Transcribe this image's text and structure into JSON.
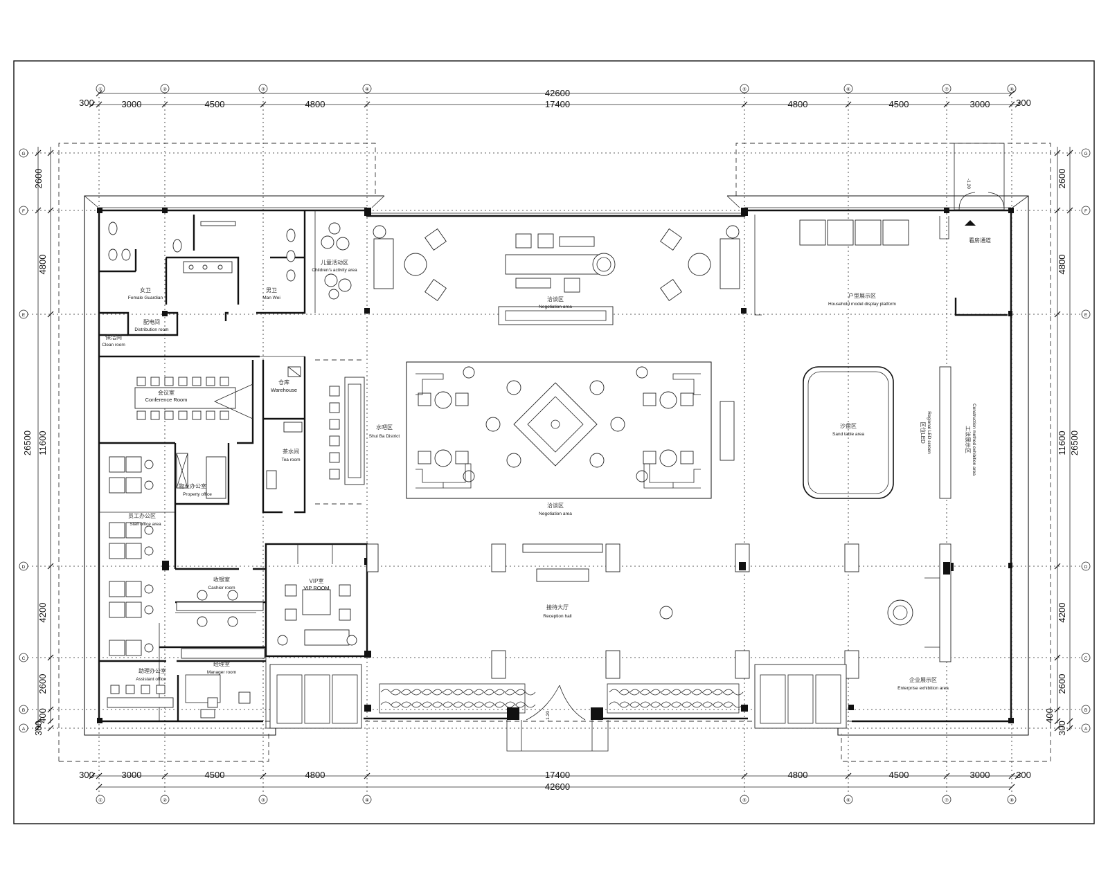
{
  "grid": {
    "top_bubbles": [
      "①",
      "②",
      "③",
      "④",
      "⑤",
      "⑥",
      "⑦",
      "⑧"
    ],
    "side_bubbles": [
      "G",
      "F",
      "E",
      "D",
      "C",
      "B",
      "A"
    ]
  },
  "dimensions": {
    "overall_width": "42600",
    "top_segments": [
      "300",
      "3000",
      "4500",
      "4800",
      "17400",
      "4800",
      "4500",
      "3000",
      "300"
    ],
    "bottom_segments": [
      "300",
      "3000",
      "4500",
      "4800",
      "17400",
      "4800",
      "4500",
      "3000",
      "300"
    ],
    "left_outer": [
      "2600",
      "26500",
      "300"
    ],
    "left_inner": [
      "4800",
      "11600",
      "4200",
      "2600",
      "400"
    ],
    "right_outer": [
      "2600",
      "26500",
      "300"
    ],
    "right_inner": [
      "4800",
      "11600",
      "4200",
      "2600",
      "400"
    ]
  },
  "rooms": {
    "female": {
      "cn": "女卫",
      "en": "Female Guardian"
    },
    "male": {
      "cn": "男卫",
      "en": "Man Wei"
    },
    "children": {
      "cn": "儿童活动区",
      "en": "Children's activity area"
    },
    "negotiation_top": {
      "cn": "洽谈区",
      "en": "Negotiation area"
    },
    "household": {
      "cn": "户型展示区",
      "en": "Household model display platform"
    },
    "distribution": {
      "cn": "配电间",
      "en": "Distribution room"
    },
    "clean": {
      "cn": "保洁间",
      "en": "Clean room"
    },
    "conference": {
      "cn": "会议室",
      "en": "Conference Room"
    },
    "warehouse": {
      "cn": "仓库",
      "en": "Warehouse"
    },
    "water_bar": {
      "cn": "水吧区",
      "en": "Shui Ba District"
    },
    "tea": {
      "cn": "茶水间",
      "en": "Tea room"
    },
    "property": {
      "cn": "物业办公室",
      "en": "Property office"
    },
    "staff": {
      "cn": "员工办公区",
      "en": "Staff office area"
    },
    "negotiation_mid": {
      "cn": "洽谈区",
      "en": "Negotiation area"
    },
    "sand_table": {
      "cn": "沙盘区",
      "en": "Sand table area"
    },
    "led": {
      "cn": "区位LED",
      "en": "Regional LED screen"
    },
    "construction": {
      "cn": "工法展示区",
      "en": "Construction method exhibition area"
    },
    "cashier": {
      "cn": "收银室",
      "en": "Cashier room"
    },
    "vip": {
      "cn": "VIP室",
      "en": "VIP ROOM"
    },
    "reception": {
      "cn": "接待大厅",
      "en": "Reception hall"
    },
    "assistant": {
      "cn": "助理办公室",
      "en": "Assistant office"
    },
    "manager": {
      "cn": "经理室",
      "en": "Manager room"
    },
    "enterprise": {
      "cn": "企业展示区",
      "en": "Enterprise exhibition area"
    }
  },
  "annotations": {
    "level_top": "-1.20",
    "level_entry": "-1.20",
    "viewing_label": "看房通道"
  }
}
